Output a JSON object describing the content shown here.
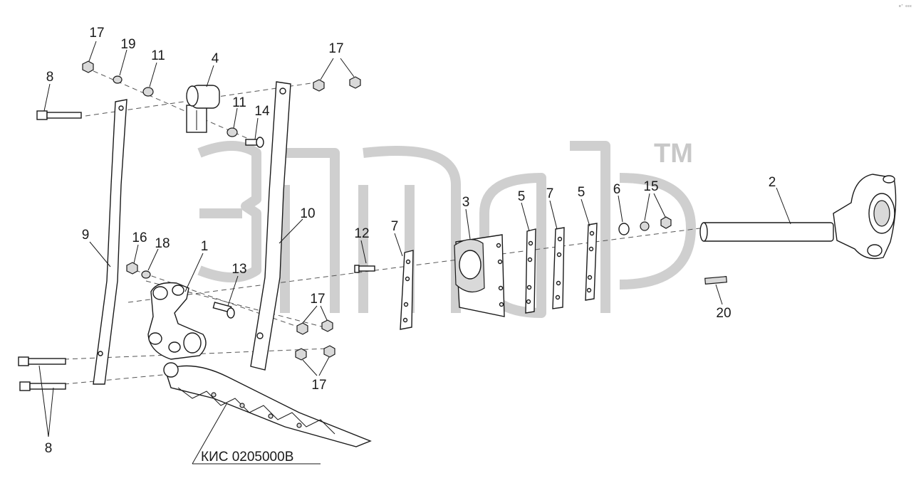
{
  "drawing": {
    "callouts": [
      {
        "id": "c-17a",
        "label": "17"
      },
      {
        "id": "c-19",
        "label": "19"
      },
      {
        "id": "c-11a",
        "label": "11"
      },
      {
        "id": "c-4",
        "label": "4"
      },
      {
        "id": "c-17b",
        "label": "17"
      },
      {
        "id": "c-8a",
        "label": "8"
      },
      {
        "id": "c-11b",
        "label": "11"
      },
      {
        "id": "c-14",
        "label": "14"
      },
      {
        "id": "c-10",
        "label": "10"
      },
      {
        "id": "c-9",
        "label": "9"
      },
      {
        "id": "c-16",
        "label": "16"
      },
      {
        "id": "c-18",
        "label": "18"
      },
      {
        "id": "c-1",
        "label": "1"
      },
      {
        "id": "c-13",
        "label": "13"
      },
      {
        "id": "c-12",
        "label": "12"
      },
      {
        "id": "c-7a",
        "label": "7"
      },
      {
        "id": "c-3",
        "label": "3"
      },
      {
        "id": "c-5a",
        "label": "5"
      },
      {
        "id": "c-7b",
        "label": "7"
      },
      {
        "id": "c-5b",
        "label": "5"
      },
      {
        "id": "c-6",
        "label": "6"
      },
      {
        "id": "c-15",
        "label": "15"
      },
      {
        "id": "c-2",
        "label": "2"
      },
      {
        "id": "c-17c",
        "label": "17"
      },
      {
        "id": "c-17d",
        "label": "17"
      },
      {
        "id": "c-20",
        "label": "20"
      },
      {
        "id": "c-8b",
        "label": "8"
      }
    ],
    "reference_label": "КИС 0205000В",
    "trademark": "TM",
    "corner_mark": "в\" єєє"
  },
  "colors": {
    "line": "#1a1a1a",
    "watermark": "#cfcfcf",
    "background": "#ffffff"
  }
}
